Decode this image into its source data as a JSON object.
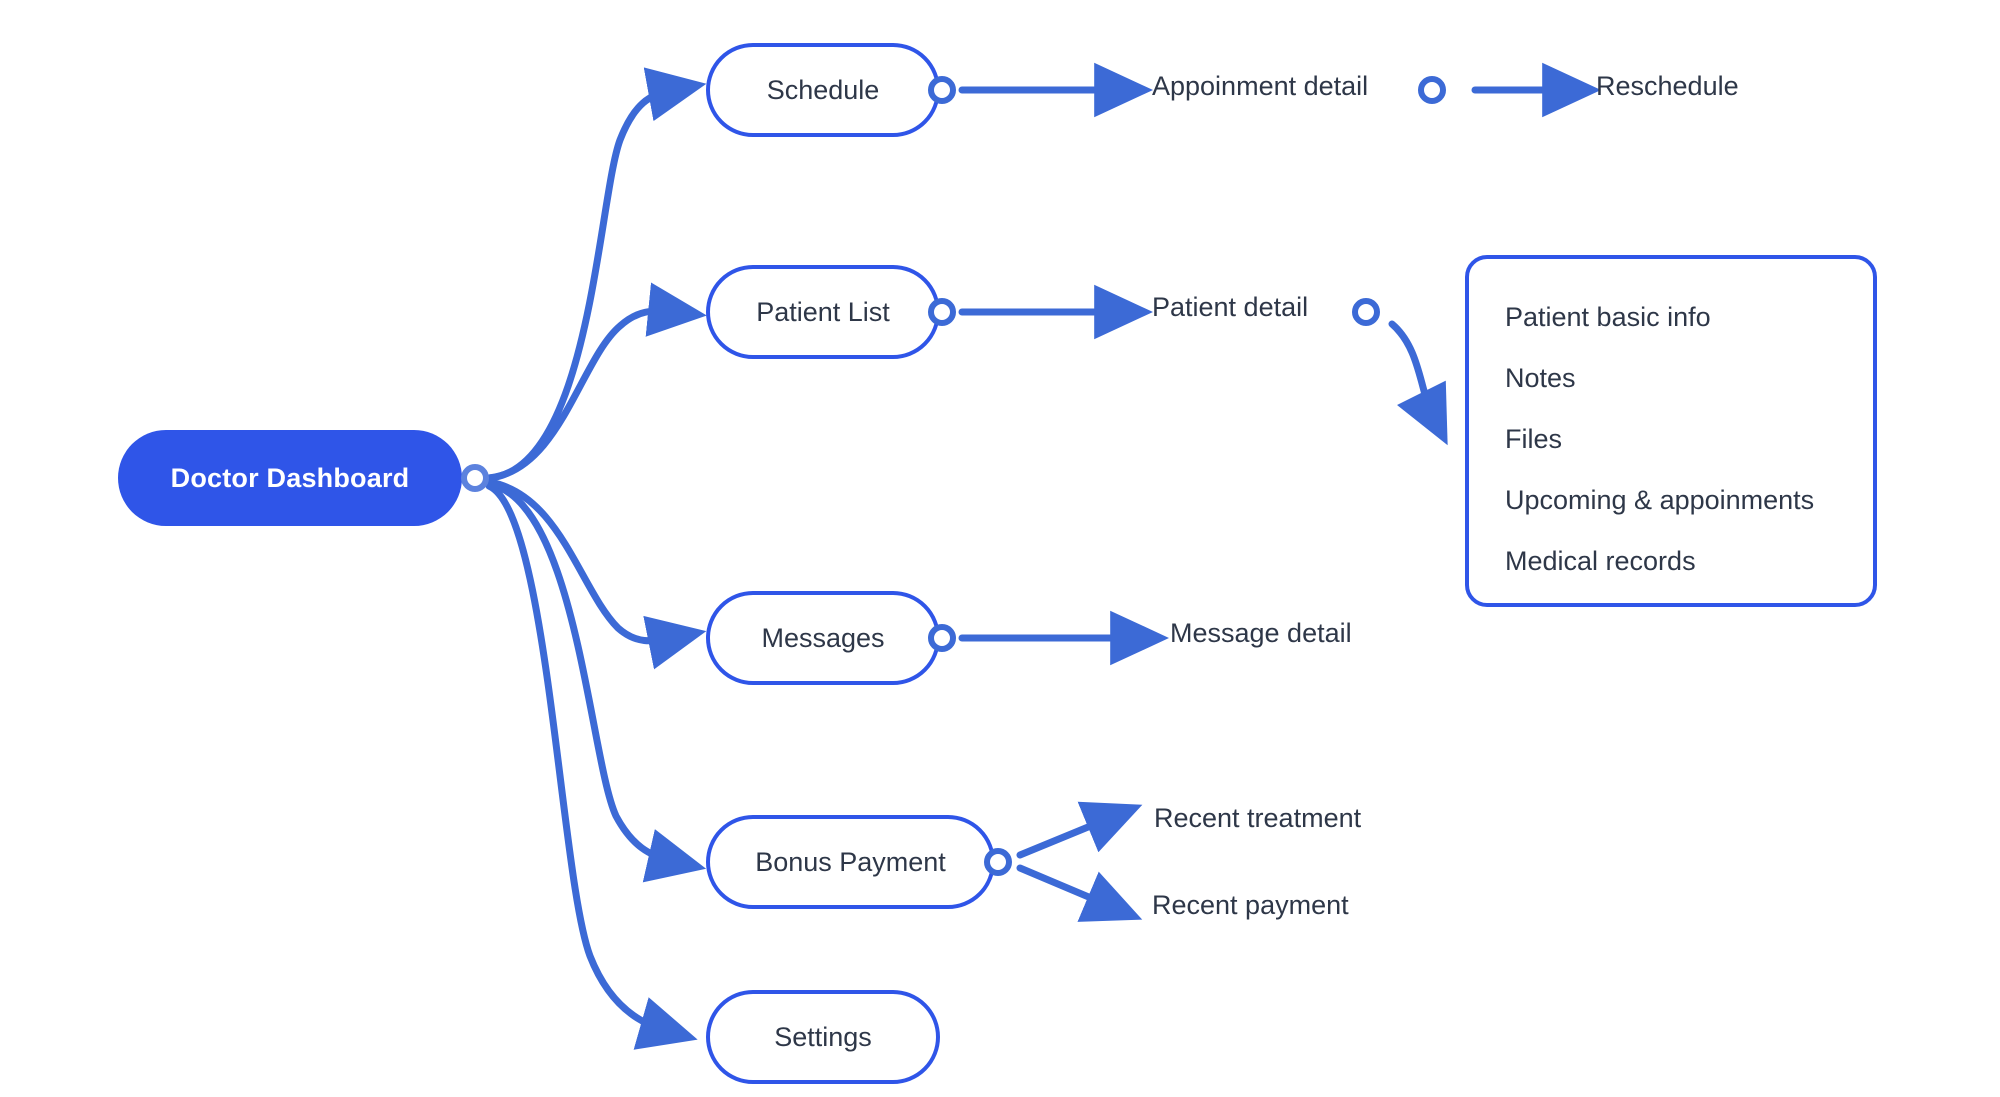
{
  "diagram": {
    "title": "Doctor Dashboard",
    "type": "mindmap-flowchart",
    "background_color": "#FFFFFF",
    "accent_color": "#2F55E8",
    "edge_color": "#3C6AD6",
    "text_color": "#2E3748",
    "root_text_color": "#FFFFFF"
  },
  "root": {
    "label": "Doctor Dashboard",
    "knob_name": "root-connector"
  },
  "branches": [
    {
      "id": "schedule",
      "label": "Schedule",
      "children": [
        {
          "label": "Appoinment detail"
        },
        {
          "label": "Reschedule"
        }
      ]
    },
    {
      "id": "patient-list",
      "label": "Patient List",
      "children": [
        {
          "label": "Patient detail"
        }
      ]
    },
    {
      "id": "messages",
      "label": "Messages",
      "children": [
        {
          "label": "Message detail"
        }
      ]
    },
    {
      "id": "bonus-payment",
      "label": "Bonus Payment",
      "children": [
        {
          "label": "Recent treatment"
        },
        {
          "label": "Recent payment"
        }
      ]
    },
    {
      "id": "settings",
      "label": "Settings",
      "children": []
    }
  ],
  "patient_detail_panel": {
    "items": [
      "Patient basic info",
      "Notes",
      "Files",
      "Upcoming & appoinments",
      "Medical records"
    ]
  }
}
